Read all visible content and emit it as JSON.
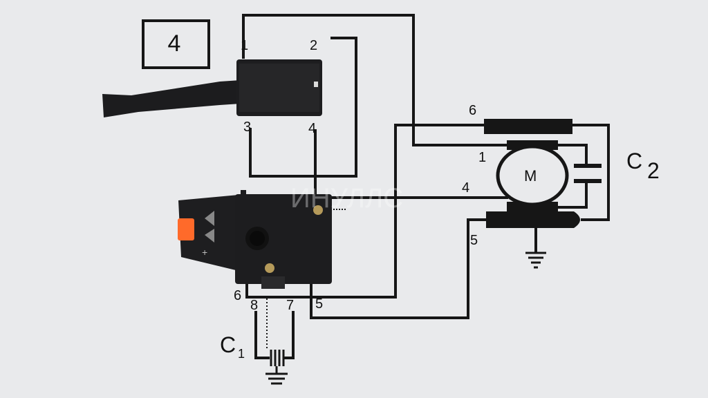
{
  "diagram": {
    "box_label": "4",
    "terminals": {
      "top_1": "1",
      "top_2": "2",
      "top_3": "3",
      "top_4": "4",
      "bottom_6": "6",
      "bottom_8": "8",
      "bottom_7": "7",
      "bottom_5": "5",
      "motor_6": "6",
      "motor_1": "1",
      "motor_4": "4",
      "motor_5": "5"
    },
    "motor_label": "M",
    "capacitor_c2": {
      "letter": "C",
      "subscript": "2"
    },
    "capacitor_c1": {
      "letter": "C",
      "subscript": "1"
    },
    "watermark": "ИНУЛЛС"
  },
  "colors": {
    "wire": "#161616",
    "device_body": "#1c1c1e",
    "trigger": "#ff6a2a",
    "background": "#e9eaec"
  }
}
